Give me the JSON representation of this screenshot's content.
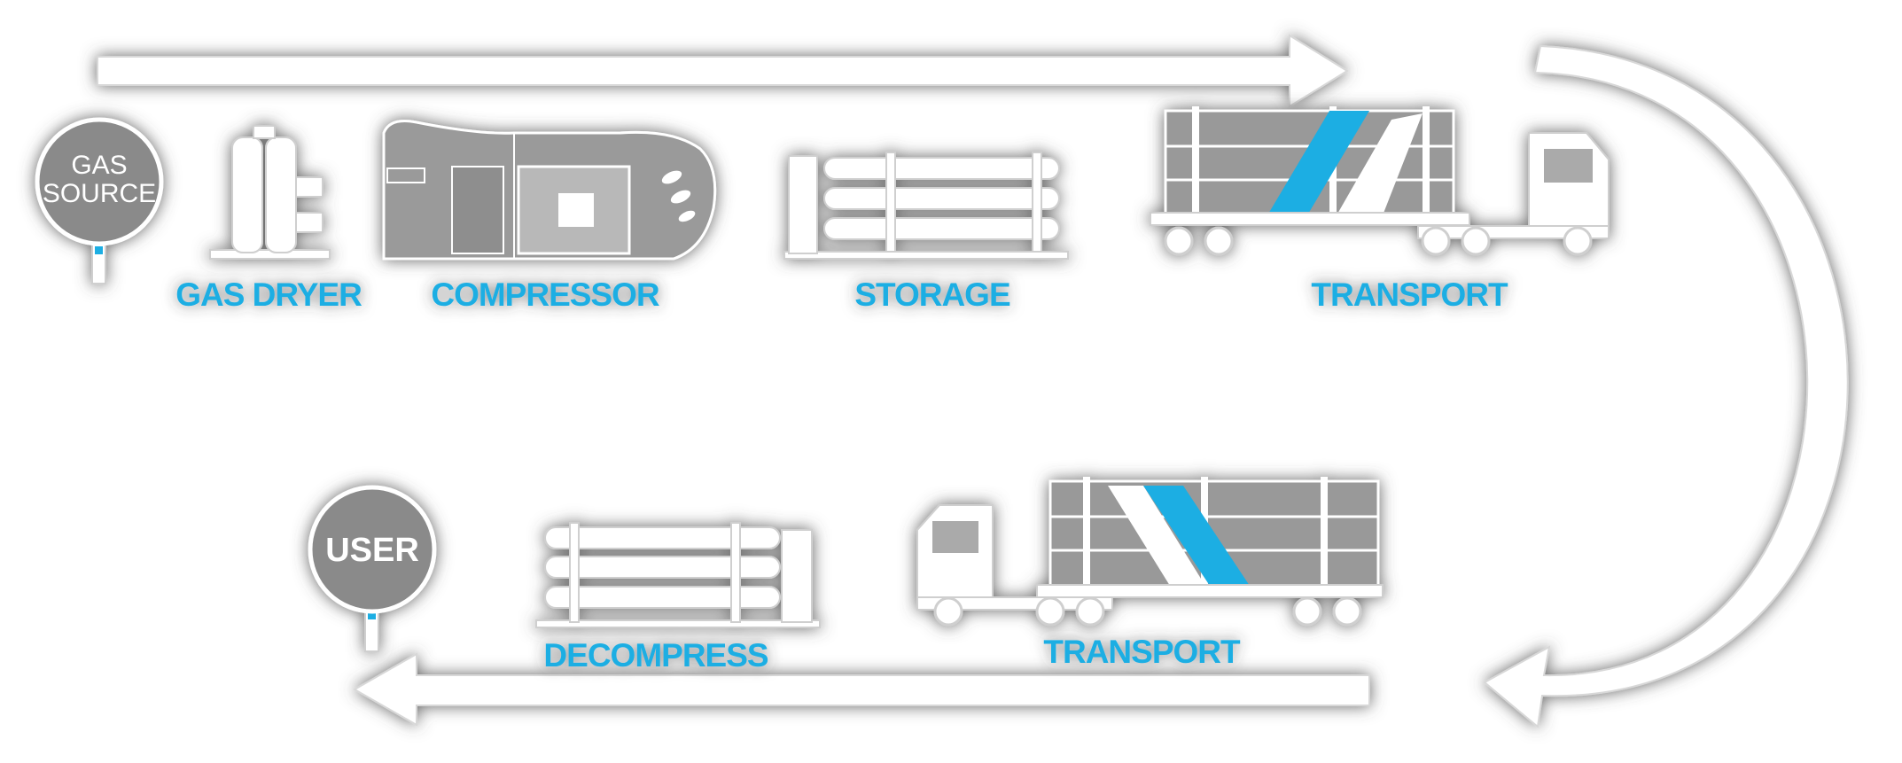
{
  "flow": {
    "source": {
      "line1": "GAS",
      "line2": "SOURCE",
      "icon": "sign-post-icon"
    },
    "user": {
      "label": "USER",
      "icon": "sign-post-icon"
    },
    "steps_top": [
      {
        "label": "GAS DRYER",
        "icon": "gas-dryer-icon"
      },
      {
        "label": "COMPRESSOR",
        "icon": "compressor-icon"
      },
      {
        "label": "STORAGE",
        "icon": "tube-storage-icon"
      },
      {
        "label": "TRANSPORT",
        "icon": "tube-trailer-truck-icon"
      }
    ],
    "steps_bottom": [
      {
        "label": "TRANSPORT",
        "icon": "tube-trailer-truck-icon"
      },
      {
        "label": "DECOMPRESS",
        "icon": "decompression-station-icon"
      }
    ]
  },
  "colors": {
    "accent": "#1aaee3",
    "shape_fill": "#ffffff",
    "shadow": "#555555"
  }
}
